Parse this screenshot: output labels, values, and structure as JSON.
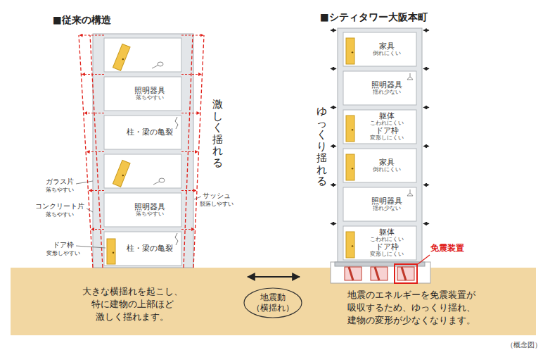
{
  "diagram": {
    "nodes": [
      {
        "text": [
          "■従来の構造"
        ]
      },
      {
        "text": [
          "照明器具",
          "落ちやすい"
        ],
        "in": 0
      },
      {
        "text": [
          "柱・梁の亀裂"
        ],
        "in": 0
      },
      {
        "text": [
          "照明器具",
          "落ちやすい"
        ],
        "in": 0
      },
      {
        "text": [
          "柱・梁の亀裂"
        ],
        "in": 0
      },
      {
        "text": [
          "■シティタワー大阪本町"
        ]
      },
      {
        "text": [
          "家具",
          "倒れにくい"
        ],
        "in": 5
      },
      {
        "text": [
          "照明器具",
          "揺れ少ない"
        ],
        "in": 5
      },
      {
        "text": [
          "躯体",
          "こわれにくい",
          "ドア枠",
          "変形しにくい"
        ],
        "in": 5
      },
      {
        "text": [
          "家具",
          "倒れにくい"
        ],
        "in": 5
      },
      {
        "text": [
          "照明器具",
          "揺れ少ない"
        ],
        "in": 5
      },
      {
        "text": [
          "躯体",
          "こわれにくい",
          "ドア枠",
          "変形しにくい"
        ],
        "in": 5
      },
      {
        "text": [
          "地震動",
          "（横揺れ）"
        ]
      }
    ],
    "labels": [
      "激しく揺れる",
      "ガラス片",
      "落ちやすい",
      "コンクリート片",
      "落ちやすい",
      "ドア枠",
      "変形しやすい",
      "サッシュ",
      "脱落しやすい",
      "ゆっくり揺れる",
      "免震装置",
      "大きな横揺れを起こし、 特に建物の上部ほど 激しく揺れます。",
      "地震のエネルギーを免震装置が 吸収するため、ゆっくり揺れ、 建物の変形が少なくなります。",
      "（概念図）"
    ]
  }
}
